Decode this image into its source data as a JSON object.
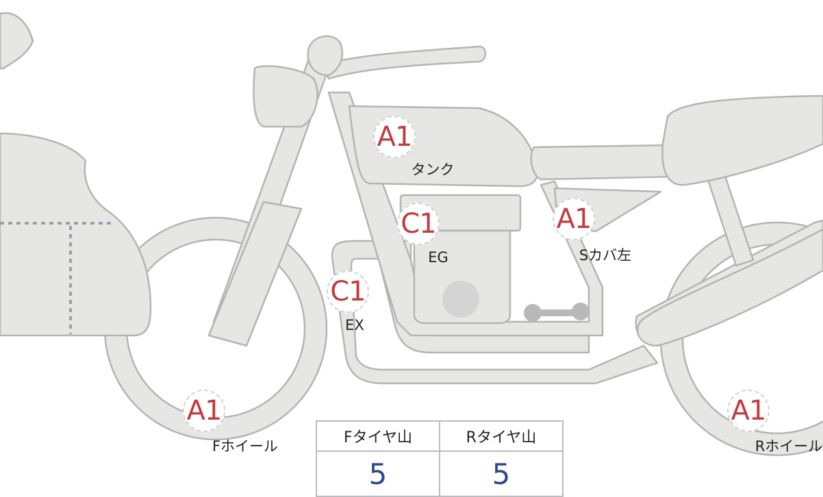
{
  "parts": [
    {
      "code": "A1",
      "label": "タンク"
    },
    {
      "code": "C1",
      "label": "EG"
    },
    {
      "code": "A1",
      "label": "Sカバ左"
    },
    {
      "code": "C1",
      "label": "EX"
    },
    {
      "code": "A1",
      "label": "Fホイール"
    },
    {
      "code": "A1",
      "label": "Rホイール"
    }
  ],
  "tyre_table": {
    "headers": [
      "Fタイヤ山",
      "Rタイヤ山"
    ],
    "values": [
      "5",
      "5"
    ]
  },
  "colors": {
    "body_fill": "#e6e6e4",
    "outline": "#b4b4b4",
    "code": "#c23b3e",
    "value": "#2e4a8c"
  }
}
